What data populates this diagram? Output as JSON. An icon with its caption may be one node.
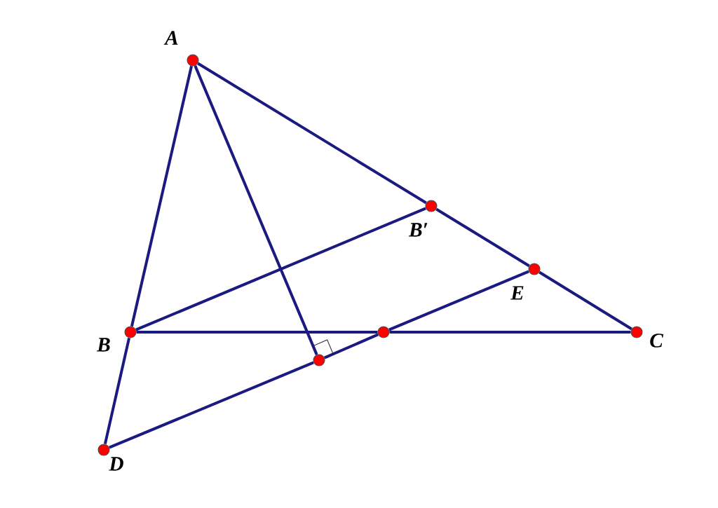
{
  "diagram": {
    "nodes": [
      {
        "text": [],
        "shape": "circle",
        "beside": [
          "A"
        ]
      },
      {
        "text": [],
        "shape": "circle",
        "beside": [
          "B"
        ]
      },
      {
        "text": [],
        "shape": "circle",
        "beside": [
          "C"
        ]
      },
      {
        "text": [],
        "shape": "circle",
        "beside": [
          "D"
        ]
      },
      {
        "text": [],
        "shape": "circle",
        "beside": [
          "B′"
        ]
      },
      {
        "text": [],
        "shape": "circle",
        "beside": [
          "E"
        ]
      },
      {
        "text": [],
        "shape": "circle"
      },
      {
        "text": [],
        "shape": "circle"
      }
    ],
    "edges": [
      {
        "from": 0,
        "to": 1,
        "arrow": "none"
      },
      {
        "from": 1,
        "to": 3,
        "arrow": "none"
      },
      {
        "from": 0,
        "to": 4,
        "arrow": "none"
      },
      {
        "from": 4,
        "to": 5,
        "arrow": "none"
      },
      {
        "from": 5,
        "to": 2,
        "arrow": "none"
      },
      {
        "from": 1,
        "to": 6,
        "arrow": "none"
      },
      {
        "from": 6,
        "to": 2,
        "arrow": "none"
      },
      {
        "from": 1,
        "to": 4,
        "arrow": "none"
      },
      {
        "from": 0,
        "to": 7,
        "arrow": "none"
      },
      {
        "from": 3,
        "to": 7,
        "arrow": "none"
      },
      {
        "from": 7,
        "to": 6,
        "arrow": "none"
      },
      {
        "from": 6,
        "to": 5,
        "arrow": "none"
      }
    ]
  }
}
